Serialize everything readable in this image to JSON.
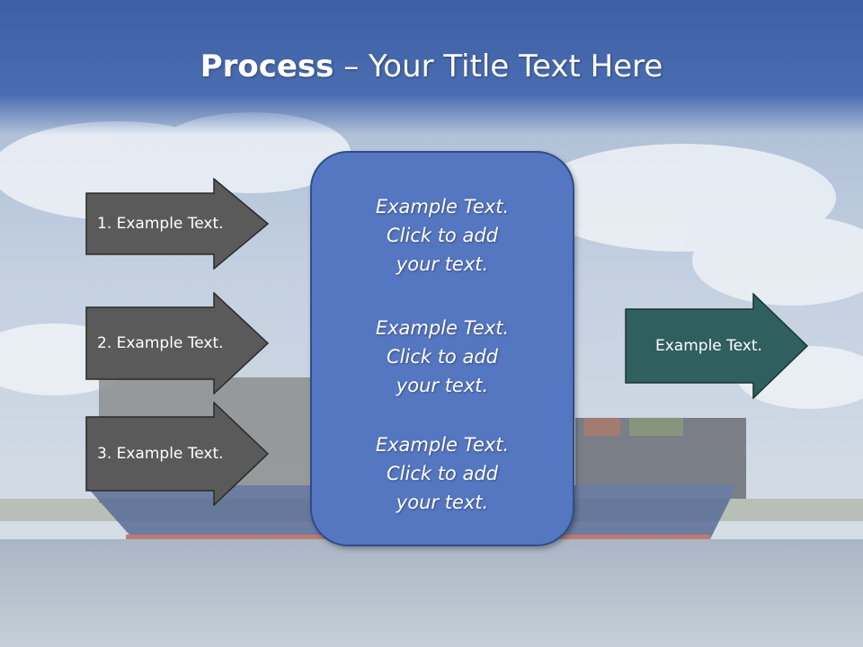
{
  "title": {
    "bold": "Process",
    "rest": " – Your Title Text Here"
  },
  "left_arrows": [
    {
      "label": "1. Example Text."
    },
    {
      "label": "2. Example Text."
    },
    {
      "label": "3. Example Text."
    }
  ],
  "center_blocks": [
    {
      "line1": "Example Text.",
      "line2": "Click  to add",
      "line3": "your text."
    },
    {
      "line1": "Example Text.",
      "line2": "Click  to add",
      "line3": "your text."
    },
    {
      "line1": "Example Text.",
      "line2": "Click  to add",
      "line3": "your text."
    }
  ],
  "right_arrow": {
    "label": "Example Text."
  },
  "colors": {
    "title_band": "#4a6cb0",
    "left_arrow": "#5a5a5a",
    "center_box": "#5576c0",
    "right_arrow": "#2f5f5f"
  }
}
